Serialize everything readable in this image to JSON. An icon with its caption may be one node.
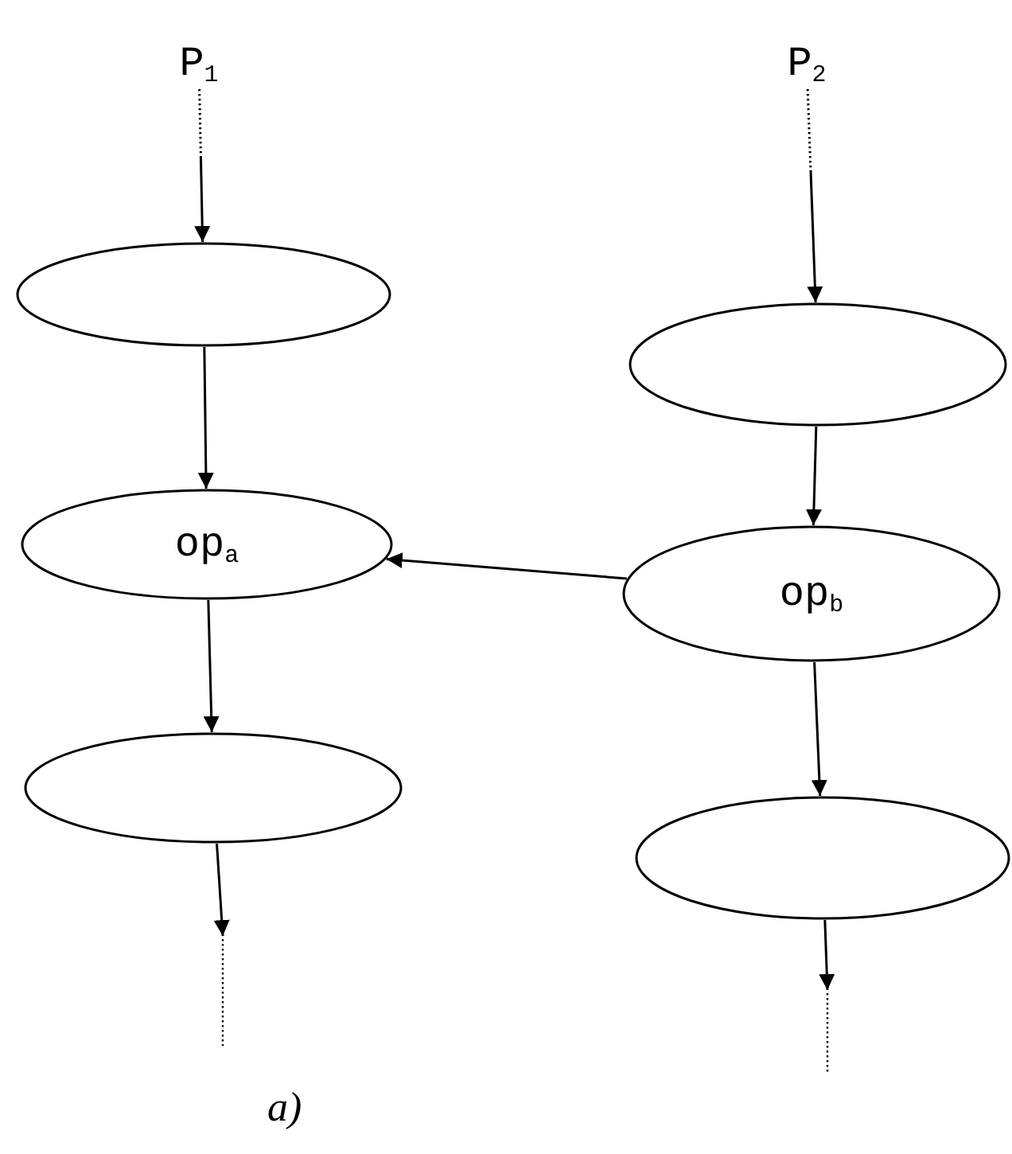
{
  "diagram": {
    "caption": "a)",
    "nodes": [
      {
        "text": [
          "P$_{1}$"
        ]
      },
      {
        "text": [],
        "shape": "ellipse"
      },
      {
        "text": [
          "op$_{a}$"
        ]
      },
      {
        "text": [],
        "shape": "ellipse"
      },
      {
        "text": [
          "P$_{2}$"
        ]
      },
      {
        "text": [],
        "shape": "ellipse"
      },
      {
        "text": [
          "op$_{b}$"
        ]
      },
      {
        "text": [],
        "shape": "ellipse"
      }
    ],
    "edges": [
      {
        "from": 0,
        "to": 1,
        "arrow": "to",
        "style": "dashed"
      },
      {
        "from": 1,
        "to": 2,
        "arrow": "to"
      },
      {
        "from": 2,
        "to": 3,
        "arrow": "to"
      },
      {
        "from": 3,
        "to": null,
        "arrow": "to"
      },
      {
        "from": 4,
        "to": 5,
        "arrow": "to",
        "style": "dashed"
      },
      {
        "from": 5,
        "to": 6,
        "arrow": "to"
      },
      {
        "from": 6,
        "to": 2,
        "arrow": "to"
      },
      {
        "from": 6,
        "to": 7,
        "arrow": "to"
      },
      {
        "from": 7,
        "to": null,
        "arrow": "to"
      }
    ]
  }
}
